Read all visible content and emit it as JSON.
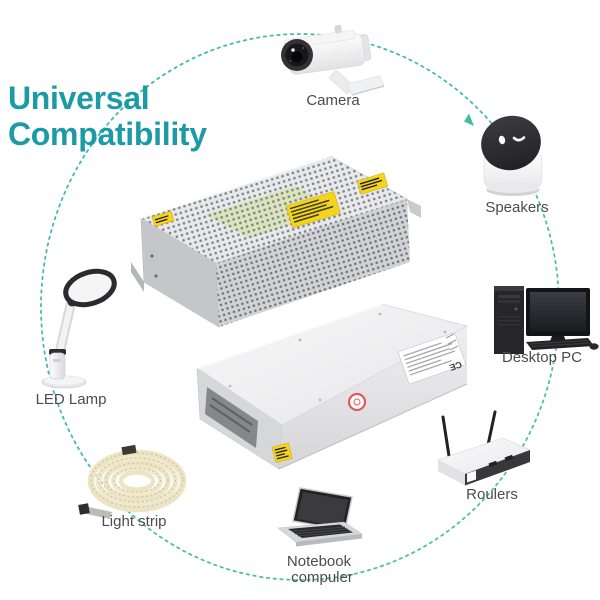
{
  "title": {
    "line1": "Universal",
    "line2": "Compatibility"
  },
  "colors": {
    "title_teal": "#1c9ba6",
    "circle_teal": "#38b1b6",
    "circle_green": "#46c487",
    "label_gray": "#4c4c4e",
    "psu_sticker_yellow": "#f2d51c"
  },
  "center": {
    "ce_mark": "CE"
  },
  "devices": {
    "camera": {
      "label": "Camera"
    },
    "speakers": {
      "label": "Speakers"
    },
    "desktop_pc": {
      "label": "Desktop PC"
    },
    "routers": {
      "label": "Roulers"
    },
    "notebook": {
      "label_line1": "Notebook",
      "label_line2": "compuler"
    },
    "light_strip": {
      "label": "Light strip"
    },
    "led_lamp": {
      "label": "LED Lamp"
    }
  }
}
